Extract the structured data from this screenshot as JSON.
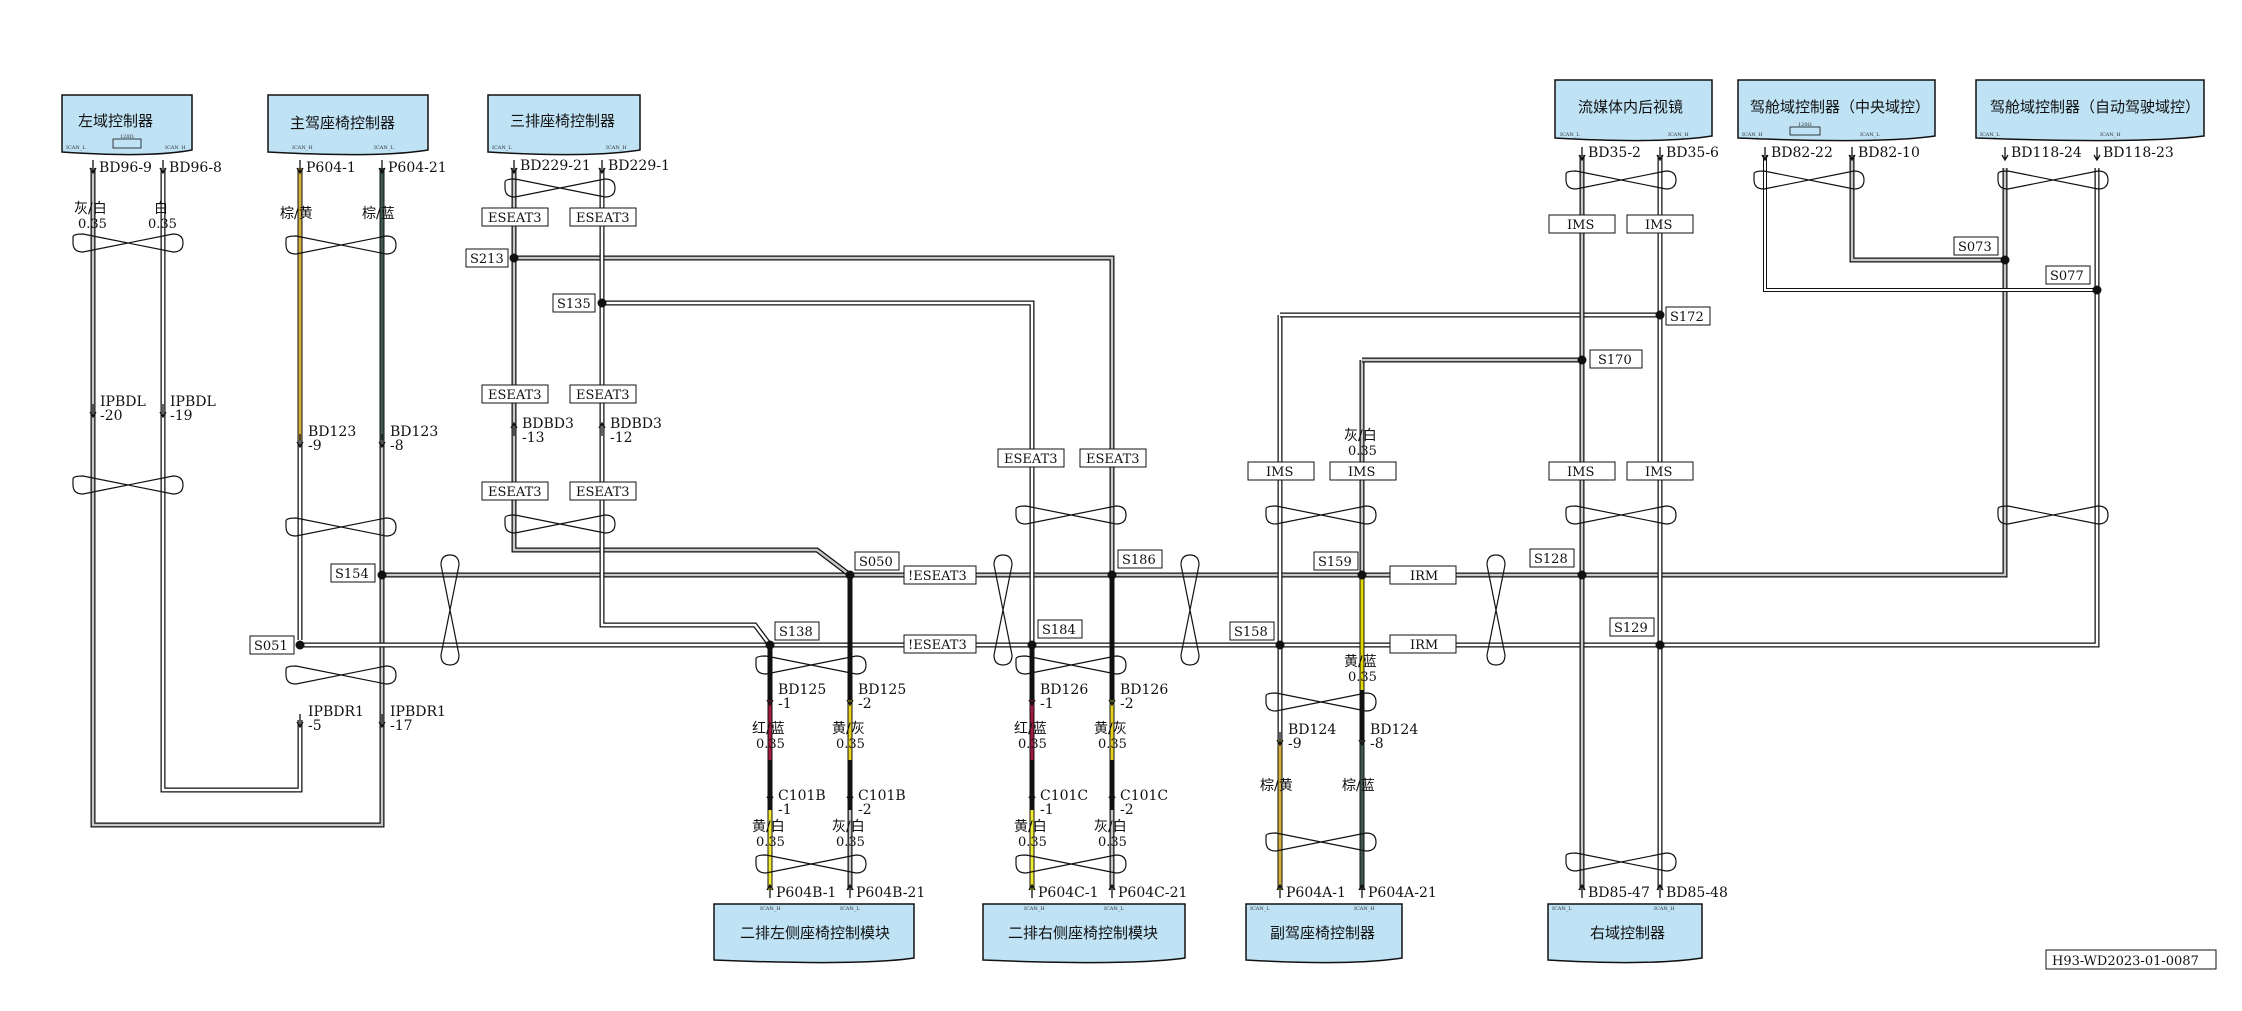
{
  "drawing_number": "H93-WD2023-01-0087",
  "ecus": {
    "left_domain": {
      "label": "左域控制器",
      "pin_left": "BD96-9",
      "pin_right": "BD96-8"
    },
    "driver_seat": {
      "label": "主驾座椅控制器",
      "pin_left": "P604-1",
      "pin_right": "P604-21"
    },
    "third_row_seat": {
      "label": "三排座椅控制器",
      "pin_left": "BD229-21",
      "pin_right": "BD229-1"
    },
    "streaming_mirror": {
      "label": "流媒体内后视镜",
      "pin_left": "BD35-2",
      "pin_right": "BD35-6"
    },
    "cockpit_central": {
      "label": "驾舱域控制器（中央域控）",
      "pin_left": "BD82-22",
      "pin_right": "BD82-10"
    },
    "cockpit_adas": {
      "label": "驾舱域控制器（自动驾驶域控）",
      "pin_left": "BD118-24",
      "pin_right": "BD118-23"
    },
    "row2_left_seat": {
      "label": "二排左侧座椅控制模块",
      "pin_left": "P604B-1",
      "pin_right": "P604B-21"
    },
    "row2_right_seat": {
      "label": "二排右侧座椅控制模块",
      "pin_left": "P604C-1",
      "pin_right": "P604C-21"
    },
    "passenger_seat": {
      "label": "副驾座椅控制器",
      "pin_left": "P604A-1",
      "pin_right": "P604A-21"
    },
    "right_domain": {
      "label": "右域控制器",
      "pin_left": "BD85-47",
      "pin_right": "BD85-48"
    }
  },
  "wires": {
    "left_domain_l": {
      "color": "灰/白",
      "gauge": "0.35"
    },
    "left_domain_r": {
      "color": "白",
      "gauge": "0.35"
    },
    "driver_l": {
      "color": "棕/黄"
    },
    "driver_r": {
      "color": "棕/蓝"
    },
    "row2l_upper_l": {
      "color": "红/蓝",
      "gauge": "0.35"
    },
    "row2l_upper_r": {
      "color": "黄/灰",
      "gauge": "0.35"
    },
    "row2l_lower_l": {
      "color": "黄/白",
      "gauge": "0.35"
    },
    "row2l_lower_r": {
      "color": "灰/白",
      "gauge": "0.35"
    },
    "row2r_upper_l": {
      "color": "红/蓝",
      "gauge": "0.35"
    },
    "row2r_upper_r": {
      "color": "黄/灰",
      "gauge": "0.35"
    },
    "row2r_lower_l": {
      "color": "黄/白",
      "gauge": "0.35"
    },
    "row2r_lower_r": {
      "color": "灰/白",
      "gauge": "0.35"
    },
    "s170_drop": {
      "color": "灰/白",
      "gauge": "0.35"
    },
    "s159_drop": {
      "color": "黄/蓝",
      "gauge": "0.35"
    },
    "passenger_l": {
      "color": "棕/黄"
    },
    "passenger_r": {
      "color": "棕/蓝"
    }
  },
  "connectors": {
    "ipbdl_l": {
      "name": "IPBDL",
      "pin": "-20"
    },
    "ipbdl_r": {
      "name": "IPBDL",
      "pin": "-19"
    },
    "ipbdr1_l": {
      "name": "IPBDR1",
      "pin": "-5"
    },
    "ipbdr1_r": {
      "name": "IPBDR1",
      "pin": "-17"
    },
    "bd123_l": {
      "name": "BD123",
      "pin": "-9"
    },
    "bd123_r": {
      "name": "BD123",
      "pin": "-8"
    },
    "bdbd3_l": {
      "name": "BDBD3",
      "pin": "-13"
    },
    "bdbd3_r": {
      "name": "BDBD3",
      "pin": "-12"
    },
    "bd125_l": {
      "name": "BD125",
      "pin": "-1"
    },
    "bd125_r": {
      "name": "BD125",
      "pin": "-2"
    },
    "c101b_l": {
      "name": "C101B",
      "pin": "-1"
    },
    "c101b_r": {
      "name": "C101B",
      "pin": "-2"
    },
    "bd126_l": {
      "name": "BD126",
      "pin": "-1"
    },
    "bd126_r": {
      "name": "BD126",
      "pin": "-2"
    },
    "c101c_l": {
      "name": "C101C",
      "pin": "-1"
    },
    "c101c_r": {
      "name": "C101C",
      "pin": "-2"
    },
    "bd124_l": {
      "name": "BD124",
      "pin": "-9"
    },
    "bd124_r": {
      "name": "BD124",
      "pin": "-8"
    }
  },
  "splices": {
    "s213": "S213",
    "s135": "S135",
    "s154": "S154",
    "s051": "S051",
    "s050": "S050",
    "s138": "S138",
    "s186": "S186",
    "s184": "S184",
    "s159": "S159",
    "s158": "S158",
    "s170": "S170",
    "s172": "S172",
    "s128": "S128",
    "s129": "S129",
    "s073": "S073",
    "s077": "S077"
  },
  "tags": {
    "eseat3": "ESEAT3",
    "not_eseat3": "!ESEAT3",
    "ims": "IMS",
    "irm": "IRM"
  },
  "tiny": {
    "can_h": "ICAN_H",
    "can_l": "ICAN_L",
    "term": "120Ω"
  },
  "colors": {
    "ecu_fill": "#bfe3f5",
    "brown_yellow": "#d4b13a",
    "brown_blue": "#3d5a4d",
    "red_blue": "#a3183f",
    "yellow_gray": "#e7d11b",
    "yellow_white": "#f2ec30",
    "yellow_blue": "#e3d700",
    "gray_white": "#9a9a9a"
  }
}
